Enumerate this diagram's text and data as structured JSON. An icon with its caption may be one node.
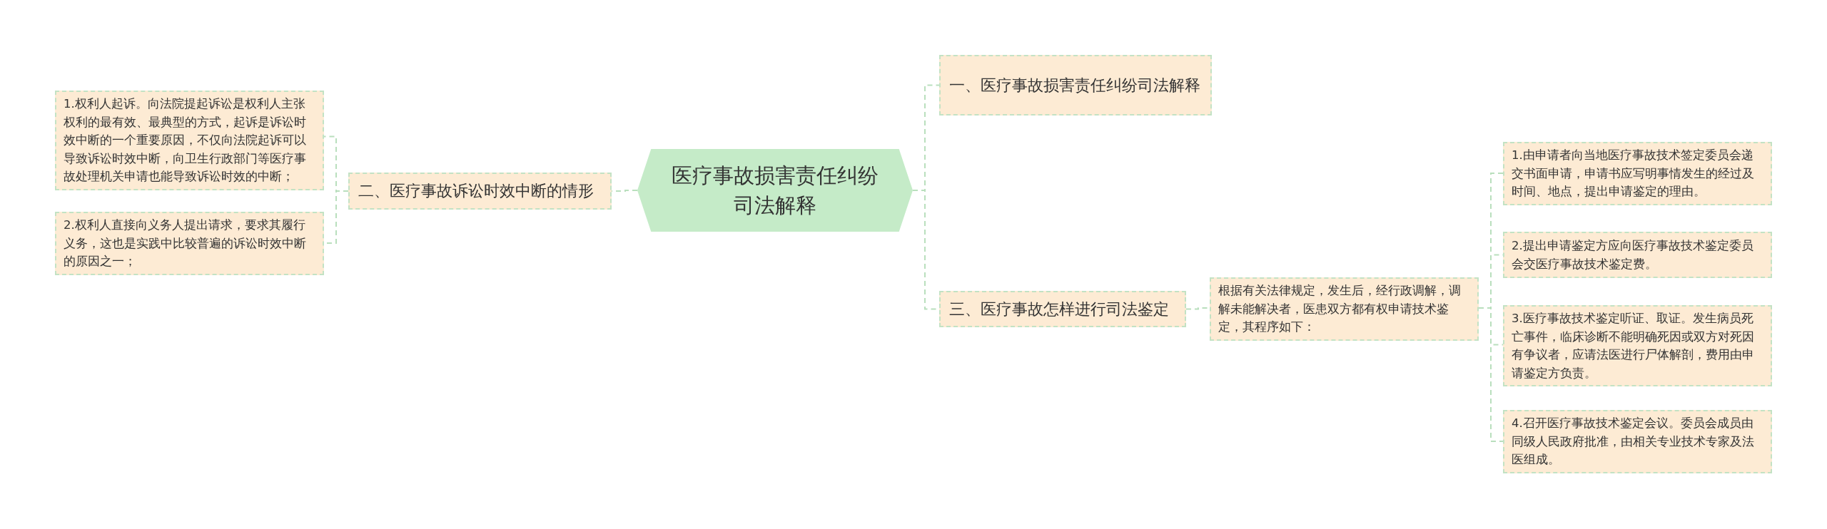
{
  "diagram": {
    "nodes": [
      {
        "text": [
          "医疗事故损害责任纠纷司法解释"
        ]
      },
      {
        "text": [
          "一、医疗事故损害责任纠纷司法解释"
        ]
      },
      {
        "text": [
          "二、医疗事故诉讼时效中断的情形"
        ]
      },
      {
        "text": [
          "1.权利人起诉。向法院提起诉讼是权利人主张权利的最有效、最典型的方式，起诉是诉讼时效中断的一个重要原因，不仅向法院起诉可以导致诉讼时效中断，向卫生行政部门等医疗事故处理机关申请也能导致诉讼时效的中断；"
        ]
      },
      {
        "text": [
          "2.权利人直接向义务人提出请求，要求其履行义务，这也是实践中比较普遍的诉讼时效中断的原因之一；"
        ]
      },
      {
        "text": [
          "三、医疗事故怎样进行司法鉴定"
        ]
      },
      {
        "text": [
          "根据有关法律规定，发生后，经行政调解，调解未能解决者，医患双方都有权申请技术鉴定，其程序如下："
        ]
      },
      {
        "text": [
          "1.由申请者向当地医疗事故技术签定委员会递交书面申请，申请书应写明事情发生的经过及时间、地点，提出申请鉴定的理由。"
        ]
      },
      {
        "text": [
          "2.提出申请鉴定方应向医疗事故技术鉴定委员会交医疗事故技术鉴定费。"
        ]
      },
      {
        "text": [
          "3.医疗事故技术鉴定听证、取证。发生病员死亡事件，临床诊断不能明确死因或双方对死因有争议者，应请法医进行尸体解剖，费用由申请鉴定方负责。"
        ]
      },
      {
        "text": [
          "4.召开医疗事故技术鉴定会议。委员会成员由同级人民政府批准，由相关专业技术专家及法医组成。"
        ]
      }
    ],
    "edges": [
      {
        "from": 0,
        "to": 1,
        "arrow": "none"
      },
      {
        "from": 0,
        "to": 2,
        "arrow": "none"
      },
      {
        "from": 0,
        "to": 5,
        "arrow": "none"
      },
      {
        "from": 2,
        "to": 3,
        "arrow": "none"
      },
      {
        "from": 2,
        "to": 4,
        "arrow": "none"
      },
      {
        "from": 5,
        "to": 6,
        "arrow": "none"
      },
      {
        "from": 6,
        "to": 7,
        "arrow": "none"
      },
      {
        "from": 6,
        "to": 8,
        "arrow": "none"
      },
      {
        "from": 6,
        "to": 9,
        "arrow": "none"
      },
      {
        "from": 6,
        "to": 10,
        "arrow": "none"
      }
    ]
  }
}
